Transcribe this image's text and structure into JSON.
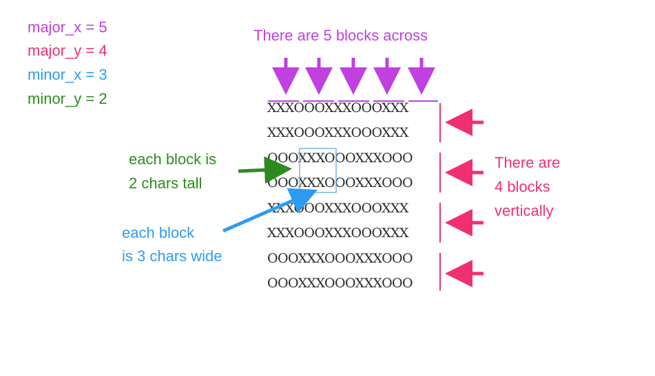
{
  "params": [
    {
      "text": "major_x = 5",
      "color": "#c040e0"
    },
    {
      "text": "major_y = 4",
      "color": "#f0306e"
    },
    {
      "text": "minor_x = 3",
      "color": "#2c9cf0"
    },
    {
      "text": "minor_y = 2",
      "color": "#2e8a20"
    }
  ],
  "annotations": {
    "across": "There are 5 blocks across",
    "tall_line1": "each block is",
    "tall_line2": "2 chars tall",
    "wide_line1": "each block",
    "wide_line2": "is 3 chars wide",
    "vert_line1": "There are",
    "vert_line2": "4 blocks",
    "vert_line3": "vertically"
  },
  "grid_rows": [
    "XXXOOOXXXOOOXXX",
    "XXXOOOXXXOOOXXX",
    "OOOXXXOOOXXXOOO",
    "OOOXXXOOOXXXOOO",
    "XXXOOOXXXOOOXXX",
    "XXXOOOXXXOOOXXX",
    "OOOXXXOOOXXXOOO",
    "OOOXXXOOOXXXOOO"
  ],
  "colors": {
    "purple": "#c040e0",
    "pink": "#f0306e",
    "blue": "#2c9cf0",
    "green": "#2e8a20",
    "box": "#74b4e8"
  }
}
